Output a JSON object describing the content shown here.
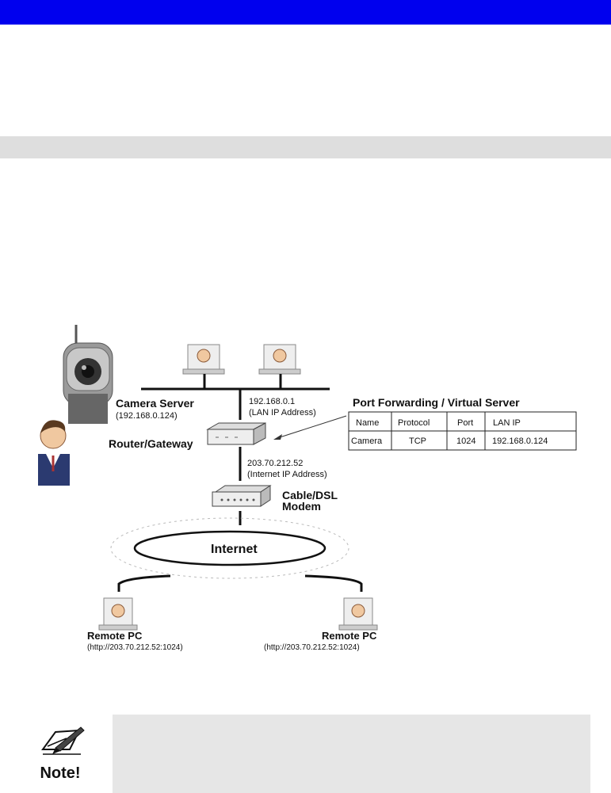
{
  "diagram": {
    "camera_server": {
      "title": "Camera Server",
      "ip": "(192.168.0.124)"
    },
    "router": {
      "label": "Router/Gateway",
      "lan_ip": "192.168.0.1",
      "lan_note": "(LAN IP Address)"
    },
    "internet_ip": {
      "ip": "203.70.212.52",
      "note": "(Internet IP Address)"
    },
    "modem": {
      "line1": "Cable/DSL",
      "line2": "Modem"
    },
    "internet_label": "Internet",
    "remote_pc_left": {
      "label": "Remote PC",
      "url": "(http://203.70.212.52:1024)"
    },
    "remote_pc_right": {
      "label": "Remote PC",
      "url": "(http://203.70.212.52:1024)"
    },
    "port_forwarding": {
      "title": "Port Forwarding / Virtual Server",
      "headers": [
        "Name",
        "Protocol",
        "Port",
        "LAN IP"
      ],
      "row": [
        "Camera",
        "TCP",
        "1024",
        "192.168.0.124"
      ]
    }
  },
  "note": {
    "label": "Note!"
  }
}
